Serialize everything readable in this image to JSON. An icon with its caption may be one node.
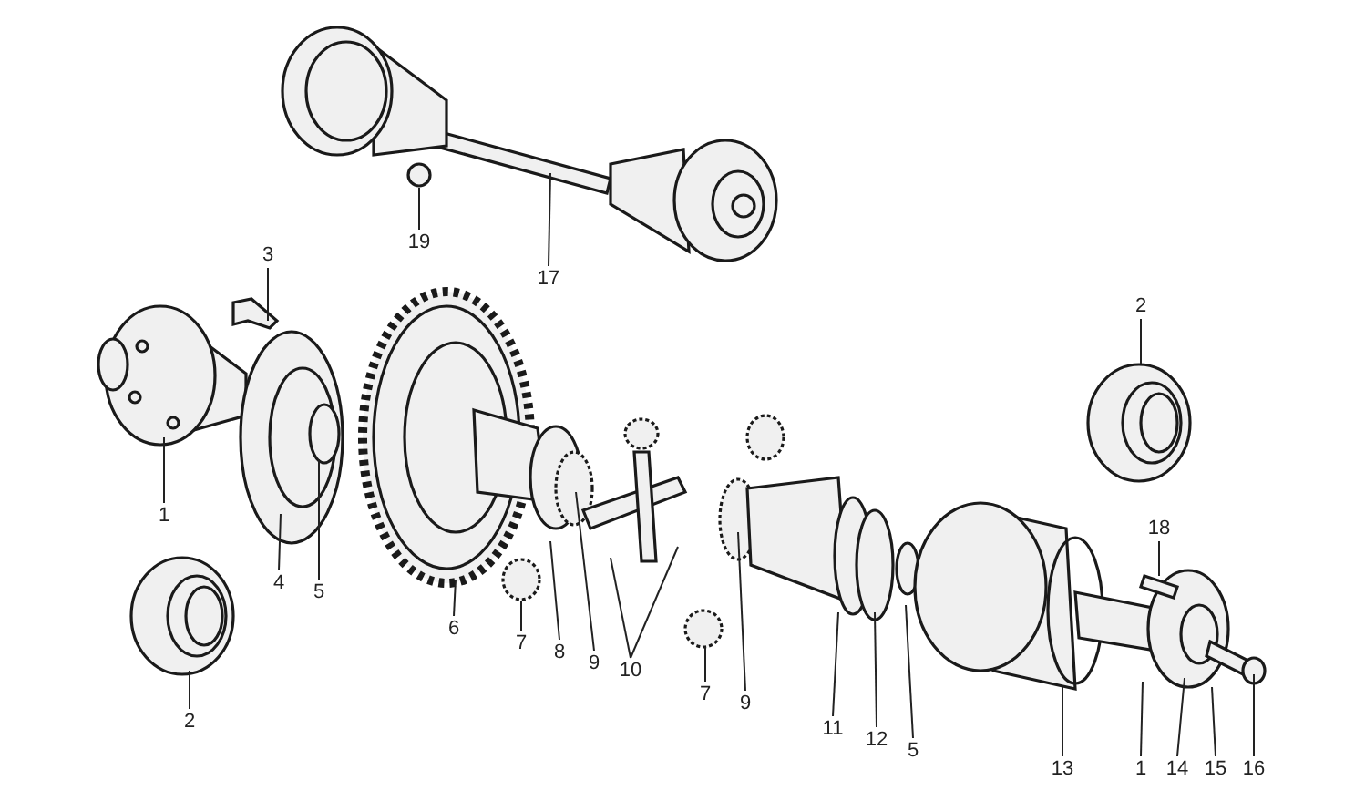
{
  "diagram": {
    "nodes": [
      {
        "text": [
          "17"
        ]
      },
      {
        "text": [
          "19"
        ]
      },
      {
        "text": [
          "3"
        ]
      },
      {
        "text": [
          "2"
        ]
      },
      {
        "text": [
          "1"
        ]
      },
      {
        "text": [
          "18"
        ]
      },
      {
        "text": [
          "4"
        ]
      },
      {
        "text": [
          "5"
        ]
      },
      {
        "text": [
          "6"
        ]
      },
      {
        "text": [
          "7"
        ]
      },
      {
        "text": [
          "8"
        ]
      },
      {
        "text": [
          "9"
        ]
      },
      {
        "text": [
          "10"
        ]
      },
      {
        "text": [
          "7"
        ]
      },
      {
        "text": [
          "9"
        ]
      },
      {
        "text": [
          "2"
        ]
      },
      {
        "text": [
          "11"
        ]
      },
      {
        "text": [
          "12"
        ]
      },
      {
        "text": [
          "5"
        ]
      },
      {
        "text": [
          "13"
        ]
      },
      {
        "text": [
          "1"
        ]
      },
      {
        "text": [
          "14"
        ]
      },
      {
        "text": [
          "15"
        ]
      },
      {
        "text": [
          "16"
        ]
      }
    ],
    "edges": [
      {
        "from": 0,
        "to": null,
        "arrow": "none"
      },
      {
        "from": 1,
        "to": null,
        "arrow": "none"
      },
      {
        "from": 2,
        "to": null,
        "arrow": "none"
      },
      {
        "from": 3,
        "to": null,
        "arrow": "none"
      },
      {
        "from": 4,
        "to": null,
        "arrow": "none"
      },
      {
        "from": 5,
        "to": null,
        "arrow": "none"
      },
      {
        "from": 6,
        "to": null,
        "arrow": "none"
      },
      {
        "from": 7,
        "to": null,
        "arrow": "none"
      },
      {
        "from": 8,
        "to": null,
        "arrow": "none"
      },
      {
        "from": 9,
        "to": null,
        "arrow": "none"
      },
      {
        "from": 10,
        "to": null,
        "arrow": "none"
      },
      {
        "from": 11,
        "to": null,
        "arrow": "none"
      },
      {
        "from": 12,
        "to": null,
        "arrow": "none"
      },
      {
        "from": 12,
        "to": null,
        "arrow": "none"
      },
      {
        "from": 13,
        "to": null,
        "arrow": "none"
      },
      {
        "from": 14,
        "to": null,
        "arrow": "none"
      },
      {
        "from": 15,
        "to": null,
        "arrow": "none"
      },
      {
        "from": 16,
        "to": null,
        "arrow": "none"
      },
      {
        "from": 17,
        "to": null,
        "arrow": "none"
      },
      {
        "from": 18,
        "to": null,
        "arrow": "none"
      },
      {
        "from": 19,
        "to": null,
        "arrow": "none"
      },
      {
        "from": 20,
        "to": null,
        "arrow": "none"
      },
      {
        "from": 21,
        "to": null,
        "arrow": "none"
      },
      {
        "from": 22,
        "to": null,
        "arrow": "none"
      },
      {
        "from": 23,
        "to": null,
        "arrow": "none"
      }
    ]
  }
}
